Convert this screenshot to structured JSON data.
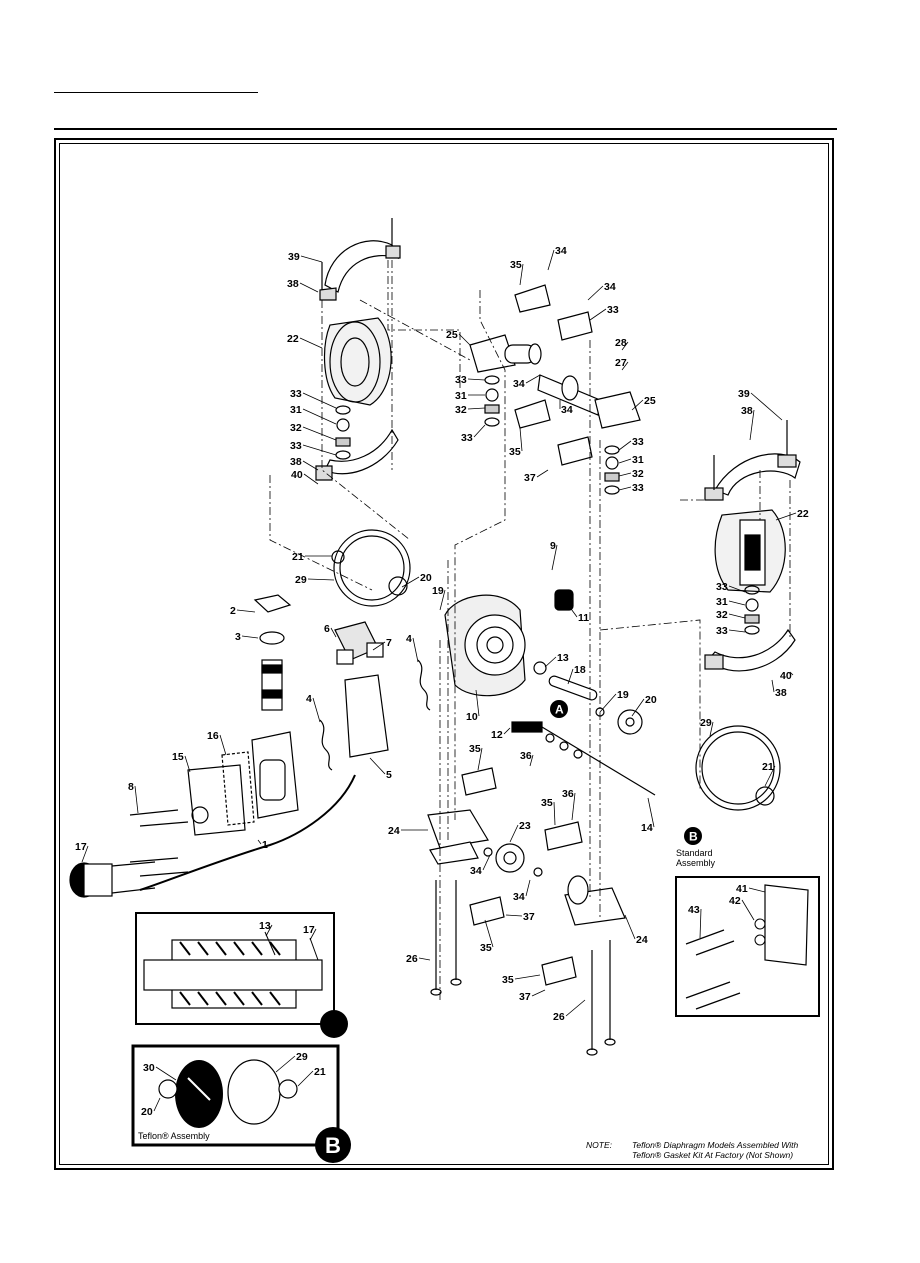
{
  "callouts": [
    "39",
    "38",
    "22",
    "33",
    "31",
    "32",
    "33",
    "38",
    "40",
    "21",
    "29",
    "2",
    "3",
    "6",
    "7",
    "4",
    "4",
    "5",
    "15",
    "16",
    "8",
    "17",
    "1",
    "20",
    "19",
    "10",
    "9",
    "11",
    "13",
    "18",
    "12",
    "19",
    "20",
    "29",
    "21",
    "14",
    "35",
    "34",
    "34",
    "33",
    "25",
    "33",
    "31",
    "32",
    "33",
    "34",
    "34",
    "35",
    "37",
    "28",
    "27",
    "25",
    "33",
    "31",
    "32",
    "33",
    "39",
    "38",
    "22",
    "33",
    "31",
    "32",
    "33",
    "38",
    "40",
    "35",
    "36",
    "24",
    "23",
    "34",
    "34",
    "35",
    "37",
    "26",
    "35",
    "36",
    "24",
    "35",
    "37",
    "26",
    "41",
    "42",
    "43",
    "13",
    "17",
    "30",
    "29",
    "21",
    "20"
  ],
  "markers": {
    "a": "A",
    "b": "B",
    "b_large": "B"
  },
  "labels": {
    "standard_line1": "Standard",
    "standard_line2": "Assembly",
    "teflon_assembly": "Teflon® Assembly"
  },
  "note": {
    "label": "NOTE:",
    "line1": "Teflon® Diaphragm Models Assembled With",
    "line2": "Teflon® Gasket Kit At Factory (Not Shown)"
  }
}
